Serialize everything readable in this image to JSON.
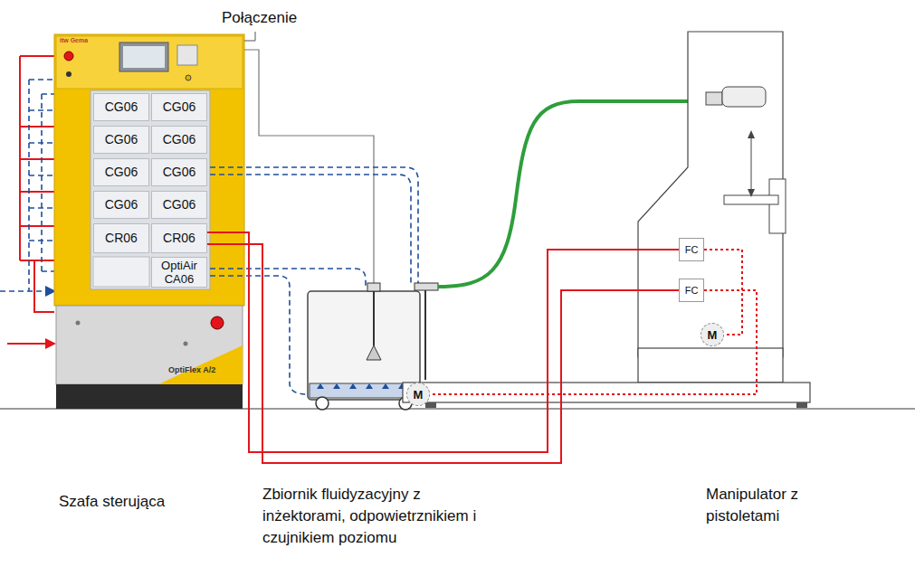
{
  "diagram": {
    "nodes": [
      {
        "text": [
          "CG06"
        ]
      },
      {
        "text": [
          "CG06"
        ]
      },
      {
        "text": [
          "CG06"
        ]
      },
      {
        "text": [
          "CG06"
        ]
      },
      {
        "text": [
          "CG06"
        ]
      },
      {
        "text": [
          "CG06"
        ]
      },
      {
        "text": [
          "CG06"
        ]
      },
      {
        "text": [
          "CG06"
        ]
      },
      {
        "text": [
          "CR06"
        ]
      },
      {
        "text": [
          "CR06"
        ]
      },
      {
        "text": [
          "OptiAir CA06"
        ]
      },
      {
        "text": [
          "FC"
        ]
      },
      {
        "text": [
          "FC"
        ]
      },
      {
        "text": [
          "M"
        ]
      },
      {
        "text": [
          "M"
        ]
      }
    ],
    "edges": [
      {
        "from": 9,
        "to": 11,
        "arrow": "none"
      },
      {
        "from": 9,
        "to": 12,
        "arrow": "none"
      },
      {
        "from": 11,
        "to": 13,
        "arrow": "none"
      },
      {
        "from": 12,
        "to": 14,
        "arrow": "none"
      }
    ],
    "labels": [
      "Połączenie",
      "itw Gema",
      "OptiFlex A/2",
      "Szafa sterująca",
      "Zbiornik fluidyzacyjny z inżektorami, odpowietrznikiem i czujnikiem poziomu",
      "Manipulator z pistoletami"
    ]
  }
}
